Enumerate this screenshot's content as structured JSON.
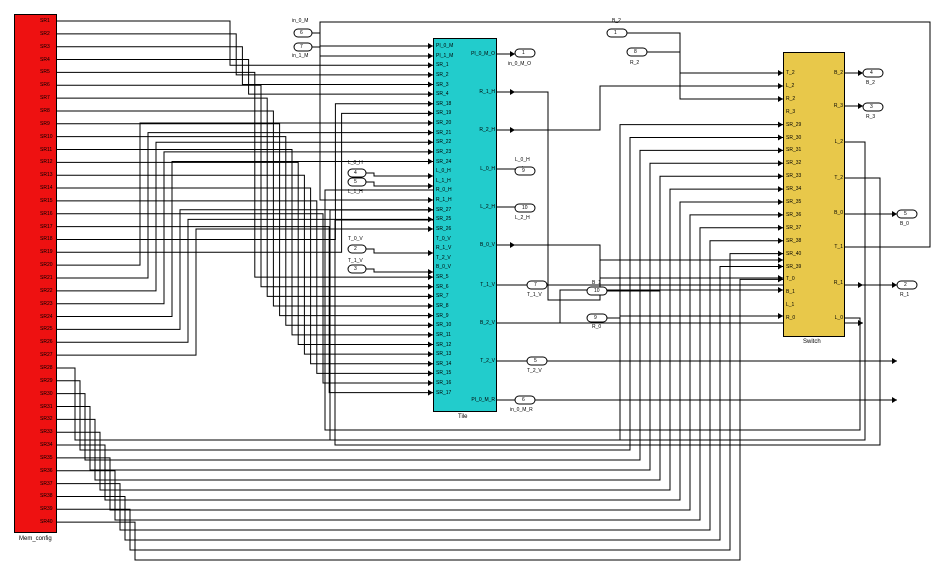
{
  "mem_config": {
    "name": "Mem_config",
    "color": "#ee1111",
    "ports": [
      "SR1",
      "SR2",
      "SR3",
      "SR4",
      "SR5",
      "SR6",
      "SR7",
      "SR8",
      "SR9",
      "SR10",
      "SR11",
      "SR12",
      "SR13",
      "SR14",
      "SR15",
      "SR16",
      "SR17",
      "SR18",
      "SR19",
      "SR20",
      "SR21",
      "SR22",
      "SR23",
      "SR24",
      "SR25",
      "SR26",
      "SR27",
      "SR28",
      "SR29",
      "SR30",
      "SR31",
      "SR32",
      "SR33",
      "SR34",
      "SR35",
      "SR36",
      "SR37",
      "SR38",
      "SR39",
      "SR40"
    ]
  },
  "tile": {
    "name": "Tile",
    "color": "#22cccc",
    "inputs": [
      "PI_0_M",
      "PI_1_M",
      "SR_1",
      "SR_2",
      "SR_3",
      "SR_4",
      "SR_18",
      "SR_19",
      "SR_20",
      "SR_21",
      "SR_22",
      "SR_23",
      "SR_24",
      "L_0_H",
      "L_1_H",
      "R_0_H",
      "R_1_H",
      "SR_27",
      "SR_25",
      "SR_26",
      "T_0_V",
      "R_1_V",
      "T_2_V",
      "B_0_V",
      "SR_5",
      "SR_6",
      "SR_7",
      "SR_8",
      "SR_9",
      "SR_10",
      "SR_11",
      "SR_12",
      "SR_13",
      "SR_14",
      "SR_15",
      "SR_16",
      "SR_17"
    ],
    "outputs": [
      "PI_0_M_O",
      "R_1_H",
      "R_2_H",
      "L_0_H",
      "L_2_H",
      "B_0_V",
      "T_1_V",
      "B_2_V",
      "T_2_V",
      "PI_0_M_R"
    ]
  },
  "switch": {
    "name": "Switch",
    "color": "#e8c84a",
    "inputs": [
      "T_2",
      "L_2",
      "R_2",
      "R_3",
      "SR_29",
      "SR_30",
      "SR_31",
      "SR_32",
      "SR_33",
      "SR_34",
      "SR_35",
      "SR_36",
      "SR_37",
      "SR_38",
      "SR_40",
      "SR_39",
      "T_0",
      "B_1",
      "L_1",
      "R_0"
    ],
    "outputs": [
      "B_2",
      "R_3",
      "L_2",
      "T_2",
      "B_0",
      "T_1",
      "R_1",
      "L_0"
    ]
  },
  "inports": [
    {
      "num": "6",
      "label": "in_0_M"
    },
    {
      "num": "7",
      "label": "in_1_M"
    },
    {
      "num": "4",
      "label": "L_0_H"
    },
    {
      "num": "5",
      "label": "L_1_H"
    },
    {
      "num": "2",
      "label": "T_0_V"
    },
    {
      "num": "3",
      "label": "T_1_V"
    },
    {
      "num": "1",
      "label": "B_2"
    },
    {
      "num": "8",
      "label": "R_2"
    },
    {
      "num": "10",
      "label": "B_1"
    },
    {
      "num": "9",
      "label": "R_0"
    }
  ],
  "outports": [
    {
      "num": "1",
      "label": "in_0_M_O"
    },
    {
      "num": "9",
      "label": "L_0_H"
    },
    {
      "num": "10",
      "label": "L_2_H"
    },
    {
      "num": "7",
      "label": "T_1_V"
    },
    {
      "num": "5",
      "label": "T_2_V"
    },
    {
      "num": "6",
      "label": "in_0_M_R"
    },
    {
      "num": "4",
      "label": "B_2"
    },
    {
      "num": "3",
      "label": "R_3"
    },
    {
      "num": "5",
      "label": "B_0"
    },
    {
      "num": "2",
      "label": "R_1"
    }
  ]
}
